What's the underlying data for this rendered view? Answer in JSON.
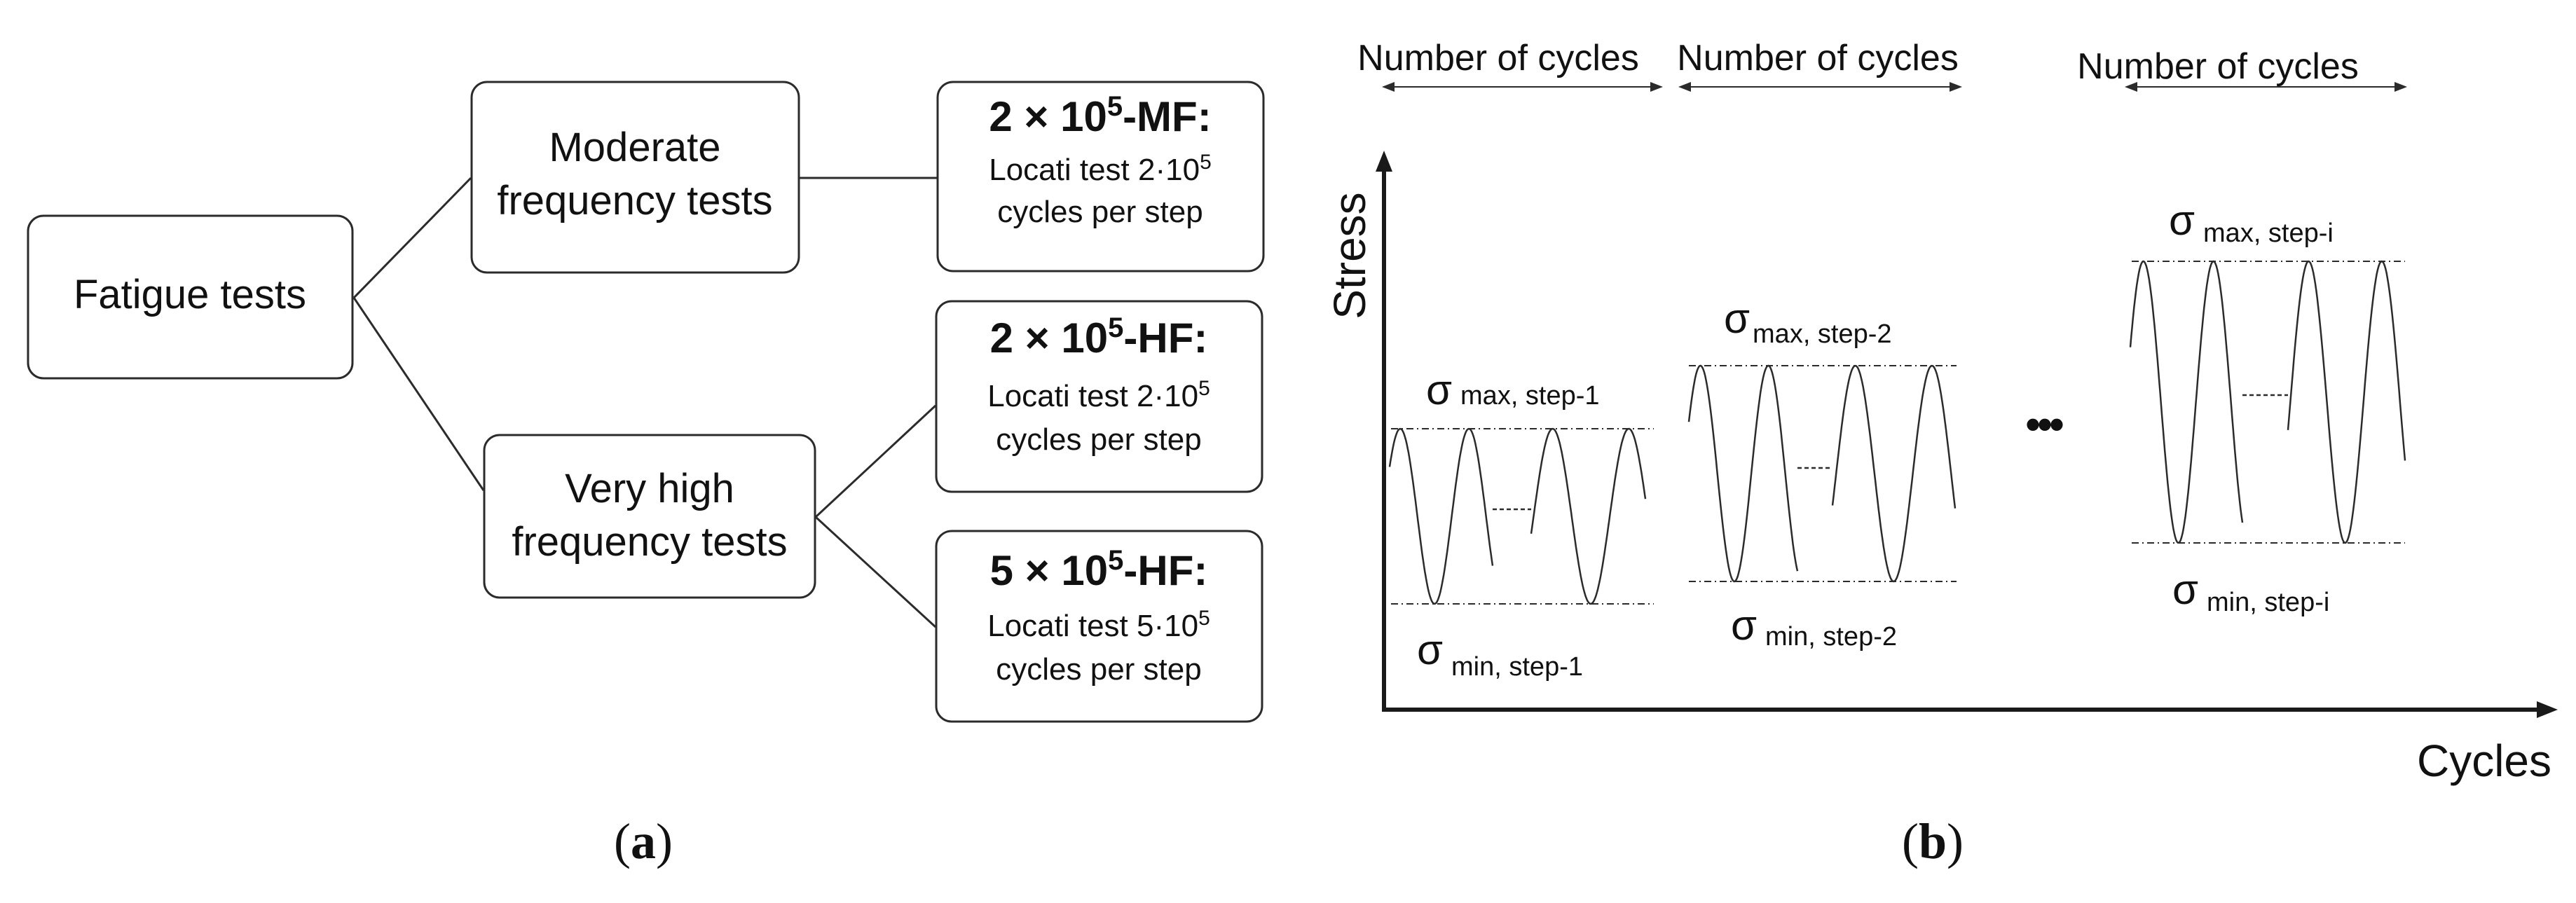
{
  "panel_a": {
    "root": "Fatigue tests",
    "moderate": {
      "line1": "Moderate",
      "line2": "frequency tests"
    },
    "very_high": {
      "line1": "Very high",
      "line2": "frequency tests"
    },
    "tests": [
      {
        "title_base": "2 × 10",
        "title_exp": "5",
        "title_suffix": "-MF:",
        "desc_line1_base": "Locati test 2·10",
        "desc_line1_exp": "5",
        "desc_line2": "cycles per step"
      },
      {
        "title_base": "2 × 10",
        "title_exp": "5",
        "title_suffix": "-HF:",
        "desc_line1_base": "Locati test 2·10",
        "desc_line1_exp": "5",
        "desc_line2": "cycles per step"
      },
      {
        "title_base": "5 × 10",
        "title_exp": "5",
        "title_suffix": "-HF:",
        "desc_line1_base": "Locati test 5·10",
        "desc_line1_exp": "5",
        "desc_line2": "cycles per step"
      }
    ],
    "caption": "(a)"
  },
  "panel_b": {
    "ylabel": "Stress",
    "xlabel": "Cycles",
    "cycle_labels": [
      "Number of cycles",
      "Number of cycles",
      "Number of cycles"
    ],
    "steps": [
      {
        "max_symbol": "σ",
        "max_sub": "max, step-1",
        "min_symbol": "σ",
        "min_sub": "min, step-1"
      },
      {
        "max_symbol": "σ",
        "max_sub": "max, step-2",
        "min_symbol": "σ",
        "min_sub": "min, step-2"
      },
      {
        "max_symbol": "σ",
        "max_sub": "max, step-i",
        "min_symbol": "σ",
        "min_sub": "min, step-i"
      }
    ],
    "ellipsis": "•••",
    "caption": "(b)"
  },
  "colors": {
    "line": "#2b2b2b",
    "text": "#111111",
    "background": "#ffffff"
  }
}
